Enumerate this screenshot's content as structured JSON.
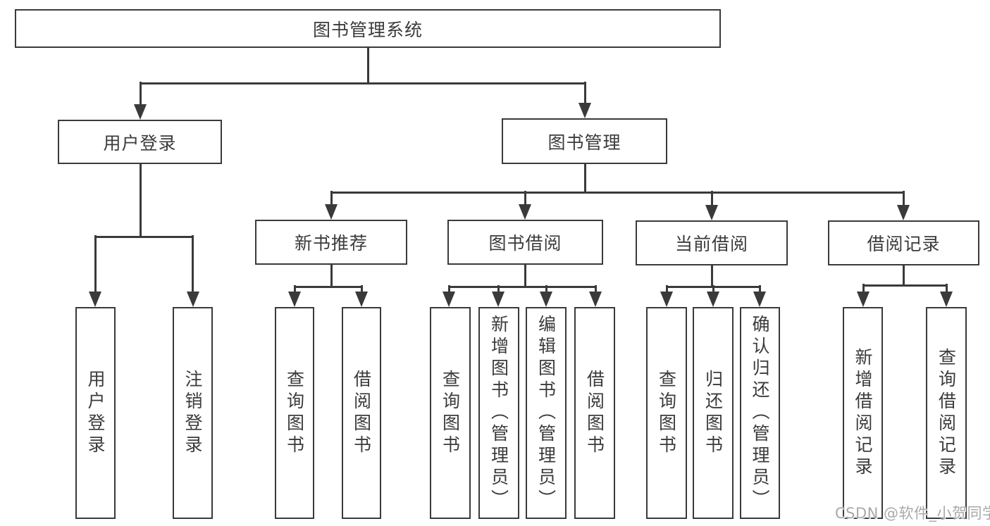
{
  "diagram": {
    "tree": {
      "root": {
        "label": "图书管理系统",
        "children": [
          {
            "label": "用户登录",
            "children": [
              {
                "label": "用户登录"
              },
              {
                "label": "注销登录"
              }
            ]
          },
          {
            "label": "图书管理",
            "children": [
              {
                "label": "新书推荐",
                "children": [
                  {
                    "label": "查询图书"
                  },
                  {
                    "label": "借阅图书"
                  }
                ]
              },
              {
                "label": "图书借阅",
                "children": [
                  {
                    "label": "查询图书"
                  },
                  {
                    "label": "新增图书（管理员）"
                  },
                  {
                    "label": "编辑图书（管理员）"
                  },
                  {
                    "label": "借阅图书"
                  }
                ]
              },
              {
                "label": "当前借阅",
                "children": [
                  {
                    "label": "查询图书"
                  },
                  {
                    "label": "归还图书"
                  },
                  {
                    "label": "确认归还（管理员）"
                  }
                ]
              },
              {
                "label": "借阅记录",
                "children": [
                  {
                    "label": "新增借阅记录"
                  },
                  {
                    "label": "查询借阅记录"
                  }
                ]
              }
            ]
          }
        ]
      }
    }
  },
  "watermark": {
    "text": "CSDN @软件_小贺同学"
  },
  "colors": {
    "line": "#3a3a3a",
    "text": "#3b3b3b",
    "background": "#ffffff",
    "watermark": "#a9a9a9"
  }
}
